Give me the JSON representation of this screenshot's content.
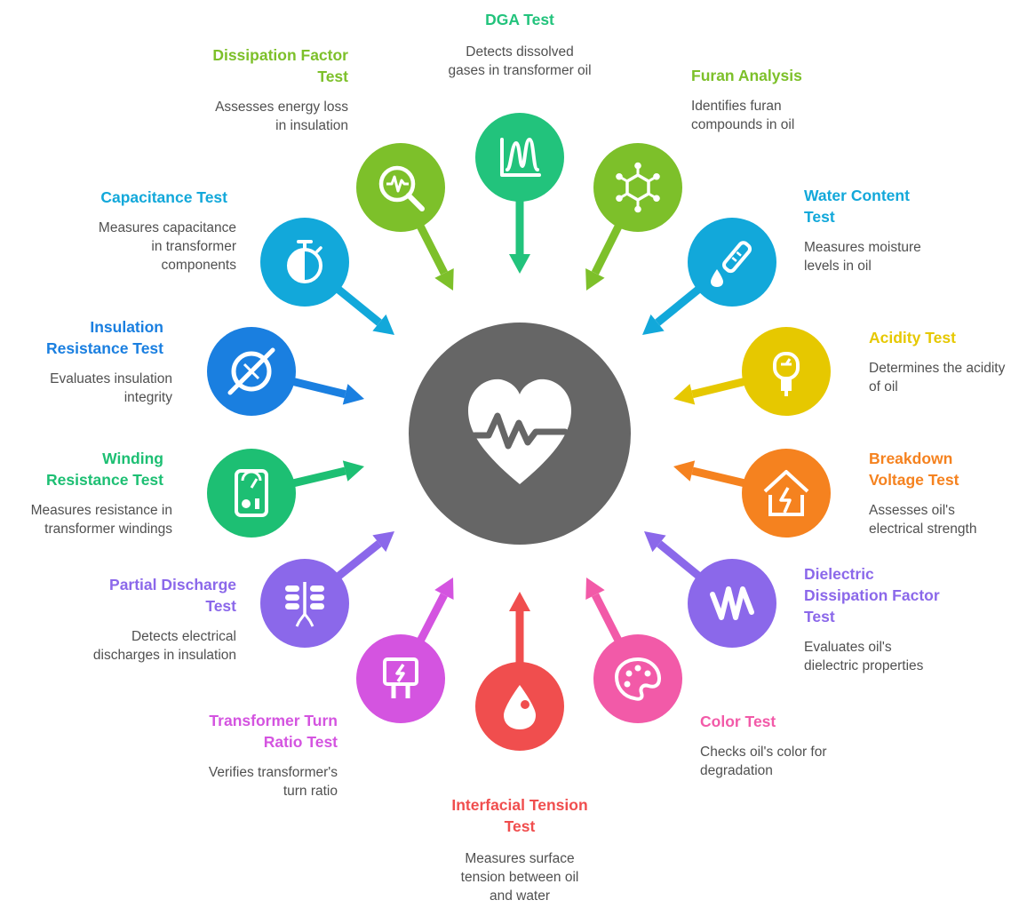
{
  "center": {
    "icon": "heart-pulse-icon",
    "color": "#666666"
  },
  "tests": [
    {
      "id": "dga",
      "title": [
        "DGA Test"
      ],
      "description": [
        "Detects dissolved",
        "gases in transformer oil"
      ],
      "icon": "peaks-chart-icon",
      "color": "#22C37C"
    },
    {
      "id": "furan",
      "title": [
        "Furan Analysis"
      ],
      "description": [
        "Identifies furan",
        "compounds in oil"
      ],
      "icon": "molecule-icon",
      "color": "#7DC02A"
    },
    {
      "id": "water",
      "title": [
        "Water Content",
        "Test"
      ],
      "description": [
        "Measures moisture",
        "levels in oil"
      ],
      "icon": "test-tube-drop-icon",
      "color": "#12A8DA"
    },
    {
      "id": "acidity",
      "title": [
        "Acidity Test"
      ],
      "description": [
        "Determines the acidity",
        "of oil"
      ],
      "icon": "ph-meter-icon",
      "color": "#E6C800"
    },
    {
      "id": "breakdown",
      "title": [
        "Breakdown",
        "Voltage Test"
      ],
      "description": [
        "Assesses oil's",
        "electrical strength"
      ],
      "icon": "broken-house-bolt-icon",
      "color": "#F5821F"
    },
    {
      "id": "dielectric",
      "title": [
        "Dielectric",
        "Dissipation Factor",
        "Test"
      ],
      "description": [
        "Evaluates oil's",
        "dielectric properties"
      ],
      "icon": "zigzag-icon",
      "color": "#8B68EA"
    },
    {
      "id": "color",
      "title": [
        "Color Test"
      ],
      "description": [
        "Checks oil's color for",
        "degradation"
      ],
      "icon": "palette-icon",
      "color": "#F25AA8"
    },
    {
      "id": "interfacial",
      "title": [
        "Interfacial Tension",
        "Test"
      ],
      "description": [
        "Measures surface",
        "tension between oil",
        "and water"
      ],
      "icon": "water-drop-icon",
      "color": "#F04E4E"
    },
    {
      "id": "turn-ratio",
      "title": [
        "Transformer Turn",
        "Ratio Test"
      ],
      "description": [
        "Verifies transformer's",
        "turn ratio"
      ],
      "icon": "plug-bolt-icon",
      "color": "#D454E0"
    },
    {
      "id": "partial",
      "title": [
        "Partial Discharge",
        "Test"
      ],
      "description": [
        "Detects electrical",
        "discharges in insulation"
      ],
      "icon": "discharge-grid-icon",
      "color": "#8B68EA"
    },
    {
      "id": "winding",
      "title": [
        "Winding",
        "Resistance Test"
      ],
      "description": [
        "Measures resistance in",
        "transformer windings"
      ],
      "icon": "multimeter-icon",
      "color": "#1DBF73"
    },
    {
      "id": "insulation",
      "title": [
        "Insulation",
        "Resistance Test"
      ],
      "description": [
        "Evaluates insulation",
        "integrity"
      ],
      "icon": "slashed-circle-icon",
      "color": "#1A7FE0"
    },
    {
      "id": "capacitance",
      "title": [
        "Capacitance Test"
      ],
      "description": [
        "Measures capacitance",
        "in transformer",
        "components"
      ],
      "icon": "stopwatch-half-icon",
      "color": "#12A8DA"
    },
    {
      "id": "dissipation",
      "title": [
        "Dissipation Factor",
        "Test"
      ],
      "description": [
        "Assesses energy loss",
        "in insulation"
      ],
      "icon": "magnifier-wave-icon",
      "color": "#7DC02A"
    }
  ]
}
